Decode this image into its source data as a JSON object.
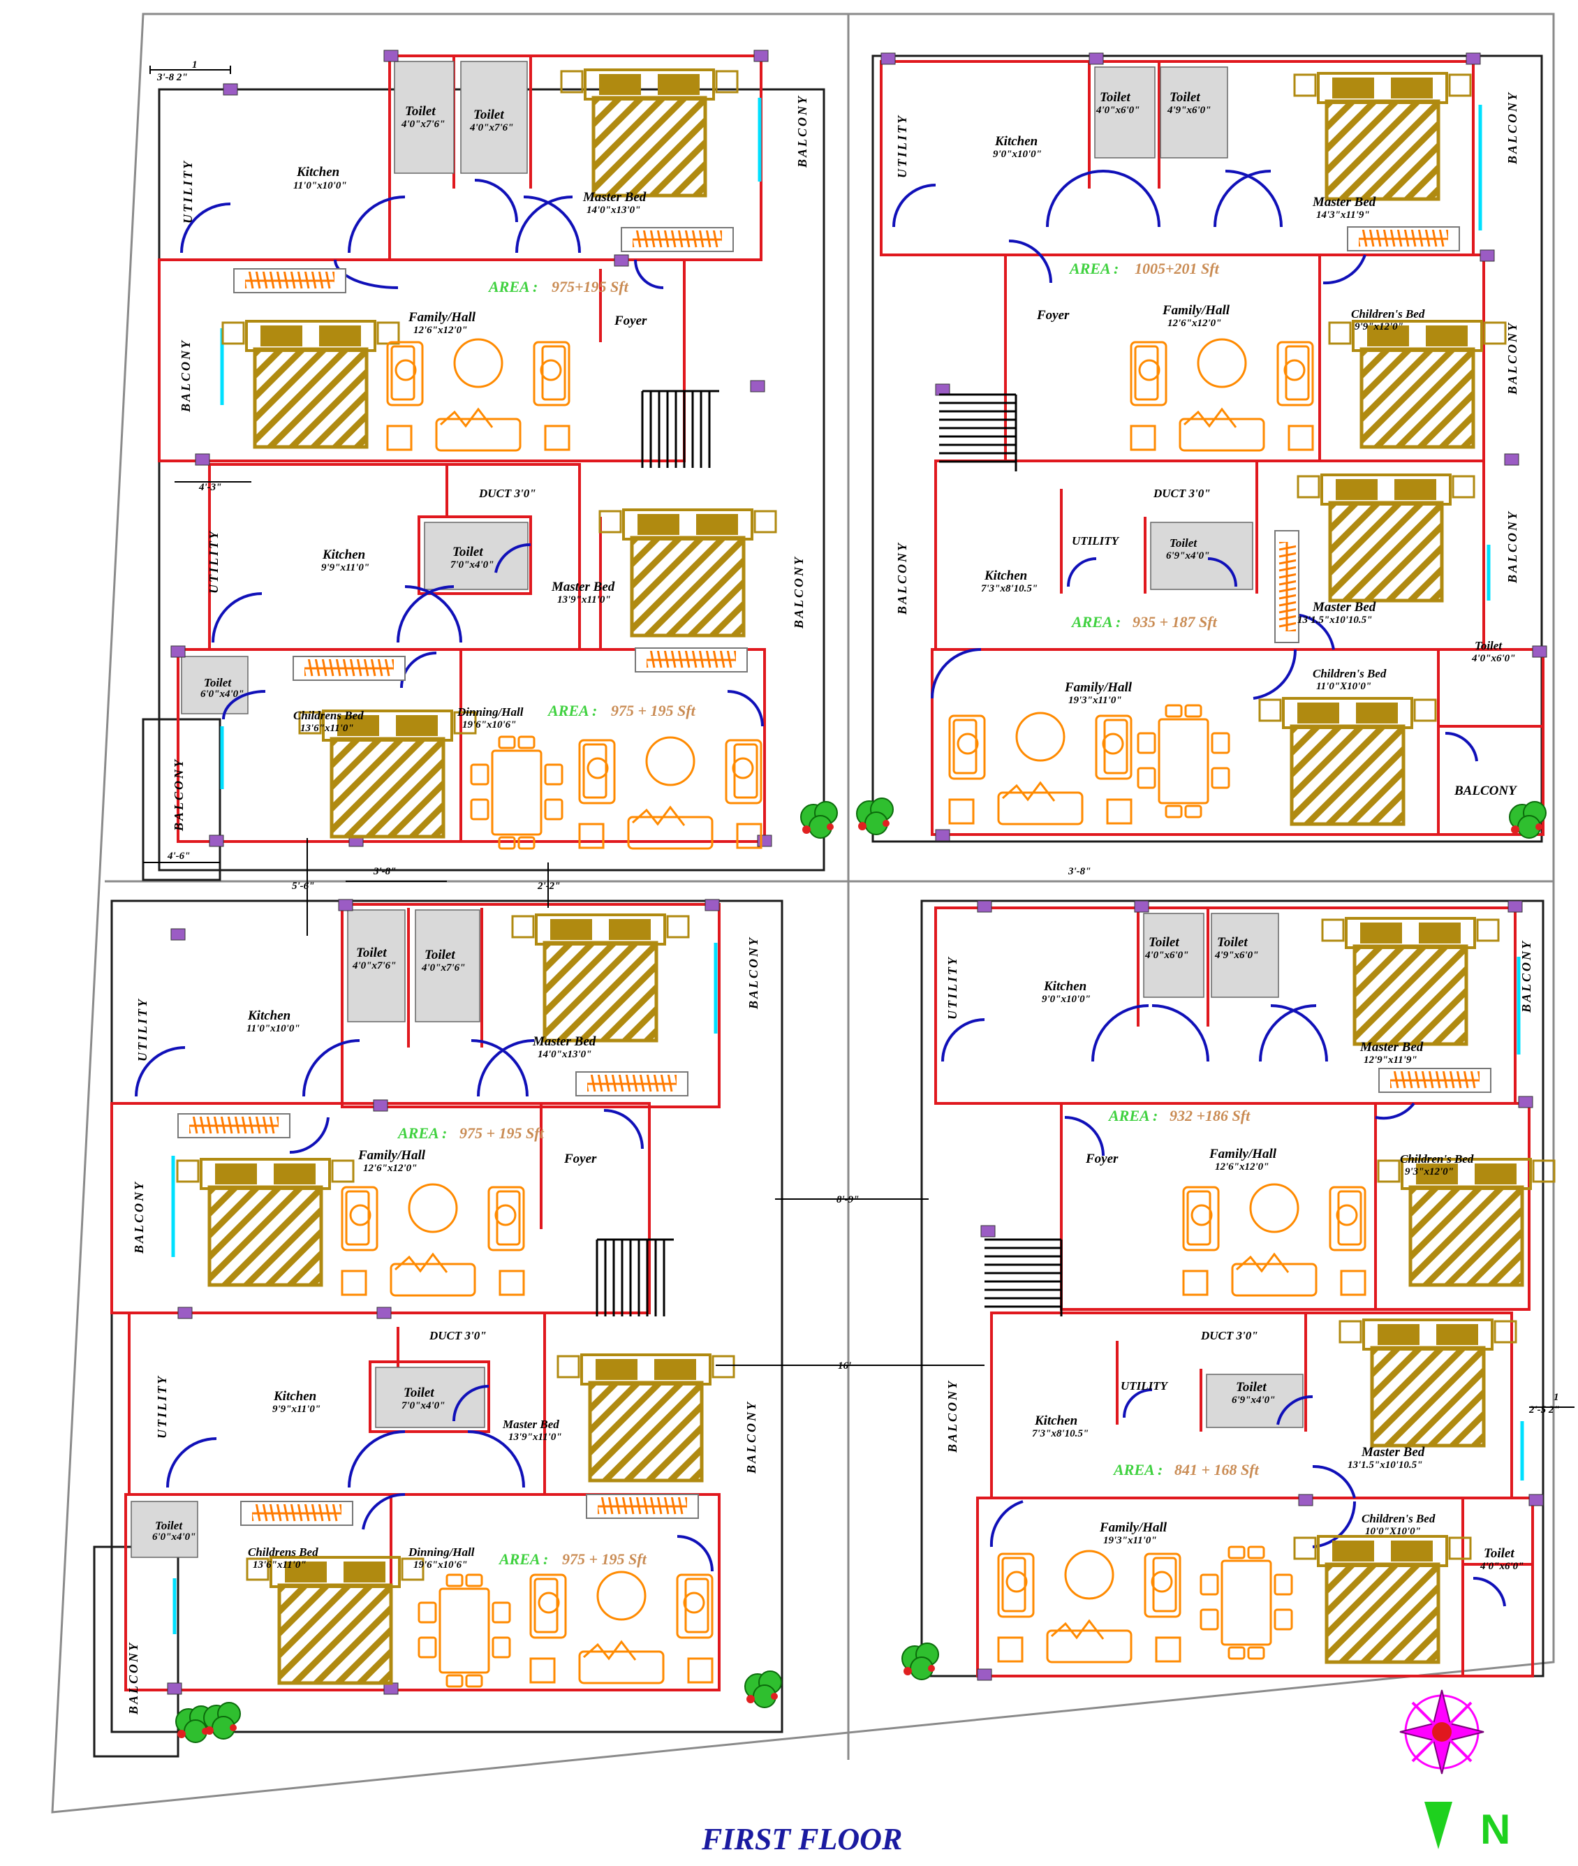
{
  "title": "FIRST FLOOR",
  "north_label": "N",
  "colors": {
    "wall": "#e0181e",
    "door": "#1010b8",
    "furniture_gold": "#b08a10",
    "furniture_orange": "#ff8a00",
    "window": "#00e0ff",
    "area_label": "#3fd13f",
    "area_value": "#c98b53",
    "title": "#1a1aa0",
    "compass": "#ff00ff",
    "north_arrow": "#1ed11e"
  },
  "icons": [
    "bed-icon",
    "sofa-set-icon",
    "dining-table-icon",
    "wardrobe-icon",
    "staircase-icon",
    "tree-icon",
    "compass-rose-icon",
    "north-arrow-icon"
  ],
  "site_dimensions": {
    "d1": "3'-8 2\"",
    "d1_frac": "1",
    "d2": "4'-3\"",
    "d3": "4'-6\"",
    "d4": "5'-6\"",
    "d5": "3'-8\"",
    "d6": "2'-2\"",
    "d7": "3'-8\"",
    "d8": "8'-9\"",
    "d9": "16'",
    "d10": "2'-5 2\"",
    "d10_frac": "1"
  },
  "block_a": {
    "area1_label": "AREA :",
    "area1_value": "975+195 Sft",
    "area2_label": "AREA :",
    "area2_value": "975 + 195 Sft",
    "utility1": "UTILITY",
    "kitchen1": "Kitchen",
    "kitchen1_dim": "11'0\"x10'0\"",
    "toilet1": "Toilet",
    "toilet1_dim": "4'0\"x7'6\"",
    "toilet2": "Toilet",
    "toilet2_dim": "4'0\"x7'6\"",
    "master1": "Master Bed",
    "master1_dim": "14'0\"x13'0\"",
    "balcony1": "BALCONY",
    "balcony2": "BALCONY",
    "family1": "Family/Hall",
    "family1_dim": "12'6\"x12'0\"",
    "foyer1": "Foyer",
    "utility2": "UTILITY",
    "kitchen2": "Kitchen",
    "kitchen2_dim": "9'9\"x11'0\"",
    "duct": "DUCT 3'0\"",
    "toilet3": "Toilet",
    "toilet3_dim": "7'0\"x4'0\"",
    "master2": "Master Bed",
    "master2_dim": "13'9\"x11'0\"",
    "balcony3": "BALCONY",
    "toilet4": "Toilet",
    "toilet4_dim": "6'0\"x4'0\"",
    "children": "Childrens Bed",
    "children_dim": "13'6\"x11'0\"",
    "dinning": "Dinning/Hall",
    "dinning_dim": "19'6\"x10'6\"",
    "balcony4": "BALCONY"
  },
  "block_b": {
    "area1_label": "AREA :",
    "area1_value": "1005+201 Sft",
    "area2_label": "AREA :",
    "area2_value": "935 + 187 Sft",
    "utility1": "UTILITY",
    "kitchen1": "Kitchen",
    "kitchen1_dim": "9'0\"x10'0\"",
    "toilet1": "Toilet",
    "toilet1_dim": "4'0\"x6'0\"",
    "toilet2": "Toilet",
    "toilet2_dim": "4'9\"x6'0\"",
    "master1": "Master Bed",
    "master1_dim": "14'3\"x11'9\"",
    "balcony1": "BALCONY",
    "foyer": "Foyer",
    "family1": "Family/Hall",
    "family1_dim": "12'6\"x12'0\"",
    "children1": "Children's Bed",
    "children1_dim": "9'9\"x12'0\"",
    "balcony2": "BALCONY",
    "duct": "DUCT 3'0\"",
    "balcony3": "BALCONY",
    "utility2": "UTILITY",
    "toilet3": "Toilet",
    "toilet3_dim": "6'9\"x4'0\"",
    "kitchen2": "Kitchen",
    "kitchen2_dim": "7'3\"x8'10.5\"",
    "master2": "Master Bed",
    "master2_dim": "13'1.5\"x10'10.5\"",
    "balcony4": "BALCONY",
    "family2": "Family/Hall",
    "family2_dim": "19'3\"x11'0\"",
    "children2": "Children's Bed",
    "children2_dim": "11'0\"X10'0\"",
    "toilet4": "Toilet",
    "toilet4_dim": "4'0\"x6'0\"",
    "balcony5": "BALCONY"
  },
  "block_c": {
    "area1_label": "AREA :",
    "area1_value": "975 + 195 Sft",
    "area2_label": "AREA :",
    "area2_value": "975 + 195 Sft",
    "utility1": "UTILITY",
    "kitchen1": "Kitchen",
    "kitchen1_dim": "11'0\"x10'0\"",
    "toilet1": "Toilet",
    "toilet1_dim": "4'0\"x7'6\"",
    "toilet2": "Toilet",
    "toilet2_dim": "4'0\"x7'6\"",
    "master1": "Master Bed",
    "master1_dim": "14'0\"x13'0\"",
    "balcony1": "BALCONY",
    "balcony2": "BALCONY",
    "family1": "Family/Hall",
    "family1_dim": "12'6\"x12'0\"",
    "foyer1": "Foyer",
    "utility2": "UTILITY",
    "kitchen2": "Kitchen",
    "kitchen2_dim": "9'9\"x11'0\"",
    "duct": "DUCT 3'0\"",
    "toilet3": "Toilet",
    "toilet3_dim": "7'0\"x4'0\"",
    "master2": "Master Bed",
    "master2_dim": "13'9\"x11'0\"",
    "balcony3": "BALCONY",
    "toilet4": "Toilet",
    "toilet4_dim": "6'0\"x4'0\"",
    "children": "Childrens Bed",
    "children_dim": "13'6\"x11'0\"",
    "dinning": "Dinning/Hall",
    "dinning_dim": "19'6\"x10'6\"",
    "balcony4": "BALCONY"
  },
  "block_d": {
    "area1_label": "AREA :",
    "area1_value": "932 +186 Sft",
    "area2_label": "AREA :",
    "area2_value": "841 + 168 Sft",
    "utility1": "UTILITY",
    "kitchen1": "Kitchen",
    "kitchen1_dim": "9'0\"x10'0\"",
    "toilet1": "Toilet",
    "toilet1_dim": "4'0\"x6'0\"",
    "toilet2": "Toilet",
    "toilet2_dim": "4'9\"x6'0\"",
    "master1": "Master Bed",
    "master1_dim": "12'9\"x11'9\"",
    "balcony1": "BALCONY",
    "foyer": "Foyer",
    "family1": "Family/Hall",
    "family1_dim": "12'6\"x12'0\"",
    "children1": "Children's Bed",
    "children1_dim": "9'3\"x12'0\"",
    "duct": "DUCT 3'0\"",
    "balcony2": "BALCONY",
    "utility2": "UTILITY",
    "toilet3": "Toilet",
    "toilet3_dim": "6'9\"x4'0\"",
    "kitchen2": "Kitchen",
    "kitchen2_dim": "7'3\"x8'10.5\"",
    "master2": "Master Bed",
    "master2_dim": "13'1.5\"x10'10.5\"",
    "family2": "Family/Hall",
    "family2_dim": "19'3\"x11'0\"",
    "children2": "Children's Bed",
    "children2_dim": "10'0\"X10'0\"",
    "toilet4": "Toilet",
    "toilet4_dim": "4'0\"x6'0\""
  }
}
